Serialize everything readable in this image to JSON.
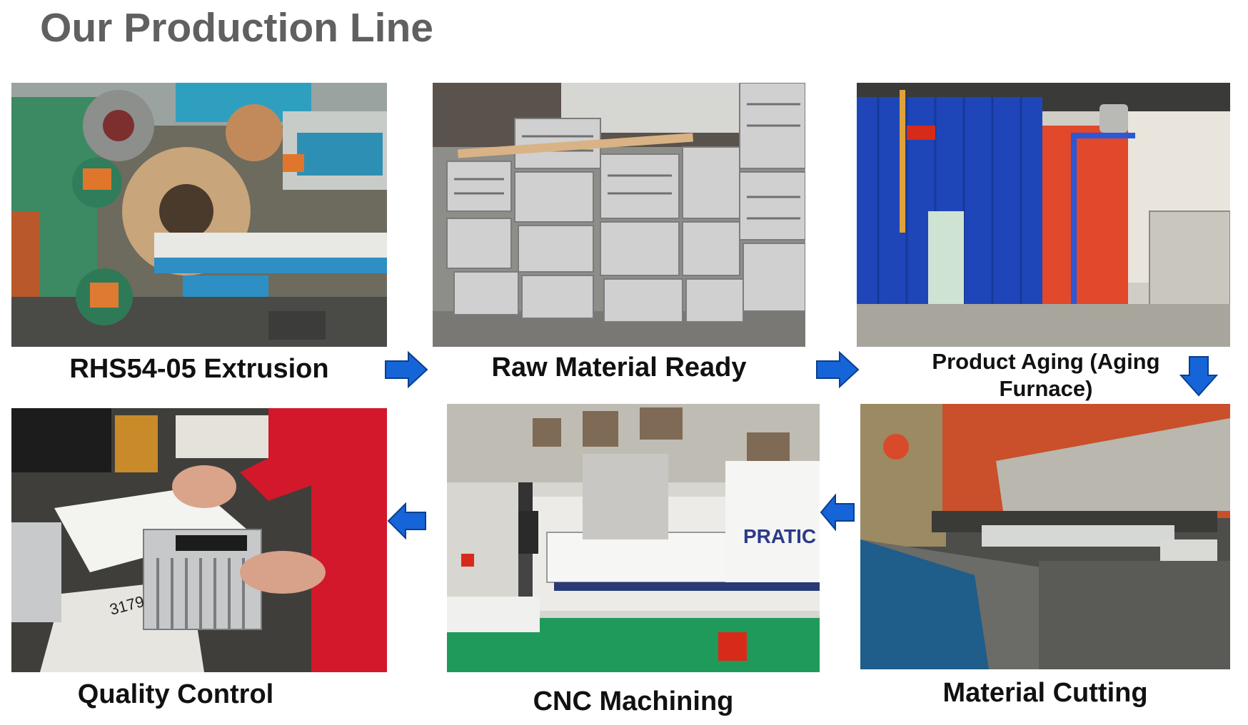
{
  "page": {
    "title": "Our Production Line"
  },
  "steps": [
    {
      "label": "RHS54-05 Extrusion"
    },
    {
      "label": "Raw Material Ready"
    },
    {
      "label": "Product Aging (Aging Furnace)"
    },
    {
      "label": "Material Cutting"
    },
    {
      "label": "CNC Machining"
    },
    {
      "label": "Quality Control"
    }
  ],
  "photo_text": {
    "machine_brand": "PRATIC",
    "note_text": "3179"
  },
  "colors": {
    "arrow_fill": "#1565d8",
    "arrow_stroke": "#0b3f8c",
    "title": "#606060"
  }
}
